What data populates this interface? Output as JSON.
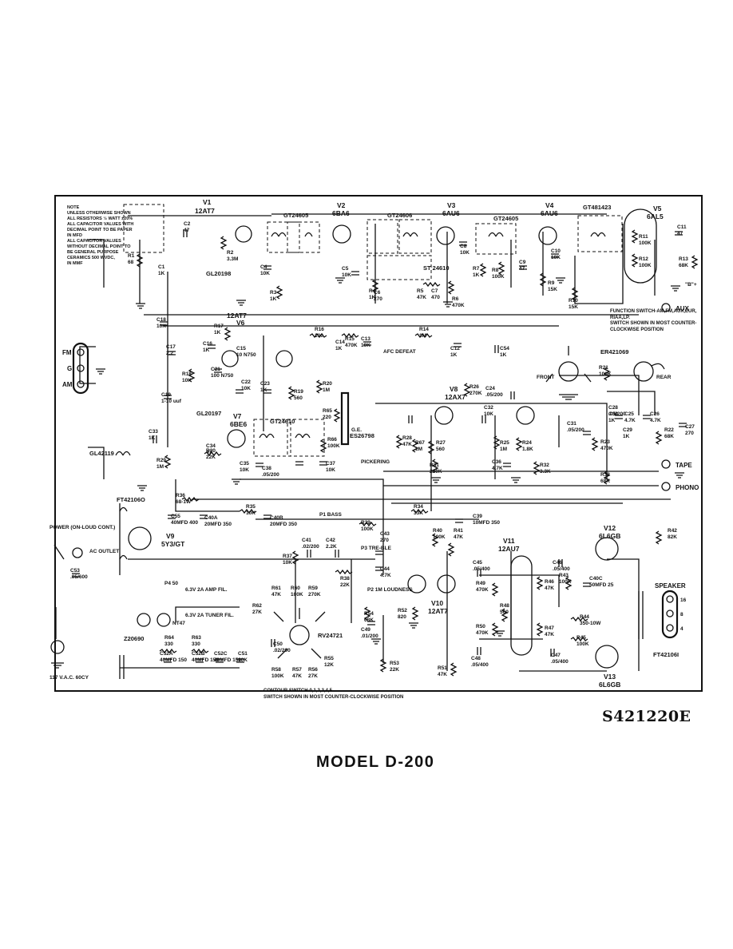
{
  "document": {
    "doc_number": "S421220E",
    "model_title": "MODEL D-200"
  },
  "notes": {
    "general": [
      "NOTE",
      "UNLESS OTHERWISE SHOWN",
      "ALL RESISTORS ½ WATT ±20%",
      "ALL CAPACITOR VALUES WITH",
      "DECIMAL POINT TO BE PAPER",
      "IN MFD",
      "ALL CAPACITOR VALUES",
      "WITHOUT DECIMAL POINT TO",
      "BE GENERAL PURPOSE",
      "CERAMICS 500 WVDC,",
      "IN MMF"
    ],
    "function_switch": [
      "FUNCTION SWITCH-AM,FM,AUX,EUR,",
      "RIAA,LP.",
      "SWITCH SHOWN IN MOST COUNTER-",
      "CLOCKWISE POSITION"
    ],
    "contour_switch": [
      "CONTOUR SWITCH-0,1,2,3,4,5",
      "SWITCH SHOWN IN MOST COUNTER-CLOCKWISE POSITION"
    ]
  },
  "tubes": [
    {
      "ref": "V1",
      "type": "12AT7"
    },
    {
      "ref": "V2",
      "type": "6BA6"
    },
    {
      "ref": "V3",
      "type": "6AU6"
    },
    {
      "ref": "V4",
      "type": "6AU6"
    },
    {
      "ref": "V5",
      "type": "6AL5"
    },
    {
      "ref": "V6",
      "type": "12AT7"
    },
    {
      "ref": "V7",
      "type": "6BE6"
    },
    {
      "ref": "V8",
      "type": "12AX7"
    },
    {
      "ref": "V9",
      "type": "5Y3/GT"
    },
    {
      "ref": "V10",
      "type": "12AT7"
    },
    {
      "ref": "V11",
      "type": "12AU7"
    },
    {
      "ref": "V12",
      "type": "6L6GB"
    },
    {
      "ref": "V13",
      "type": "6L6GB"
    }
  ],
  "transformers": [
    "GT24605",
    "GT24606",
    "GT24605",
    "GT481423",
    "GT24610",
    "GL42119",
    "GL20198",
    "GL20197",
    "ST 24610",
    "FT42106O",
    "FT42106I",
    "Z20690",
    "RV24721",
    "ER421069",
    "ES26798"
  ],
  "resistors": [
    {
      "ref": "R1",
      "value": "68"
    },
    {
      "ref": "R2",
      "value": "3.3M"
    },
    {
      "ref": "R3",
      "value": "1K"
    },
    {
      "ref": "R4",
      "value": "1K"
    },
    {
      "ref": "R5",
      "value": "47K"
    },
    {
      "ref": "R6",
      "value": "470K"
    },
    {
      "ref": "R7",
      "value": "1K"
    },
    {
      "ref": "R8",
      "value": "100K"
    },
    {
      "ref": "R9",
      "value": "15K"
    },
    {
      "ref": "R10",
      "value": "15K"
    },
    {
      "ref": "R11",
      "value": "100K"
    },
    {
      "ref": "R12",
      "value": "100K"
    },
    {
      "ref": "R13",
      "value": "68K"
    },
    {
      "ref": "R14",
      "value": "1M"
    },
    {
      "ref": "R15",
      "value": "470K"
    },
    {
      "ref": "R16",
      "value": "100"
    },
    {
      "ref": "R17",
      "value": "1K"
    },
    {
      "ref": "R18",
      "value": "10K"
    },
    {
      "ref": "R19",
      "value": "560"
    },
    {
      "ref": "R20",
      "value": "1M"
    },
    {
      "ref": "R21",
      "value": "100K"
    },
    {
      "ref": "R22",
      "value": "68K"
    },
    {
      "ref": "R23",
      "value": "470K"
    },
    {
      "ref": "R24",
      "value": "1.8K"
    },
    {
      "ref": "R25",
      "value": "1M"
    },
    {
      "ref": "R26",
      "value": "270K"
    },
    {
      "ref": "R27",
      "value": "560"
    },
    {
      "ref": "R28",
      "value": "47K"
    },
    {
      "ref": "R29",
      "value": "1M"
    },
    {
      "ref": "R30",
      "value": "22K"
    },
    {
      "ref": "R31",
      "value": "220K"
    },
    {
      "ref": "R32",
      "value": "3.3K"
    },
    {
      "ref": "R33",
      "value": "68K"
    },
    {
      "ref": "R34",
      "value": "33K"
    },
    {
      "ref": "R35",
      "value": "10K"
    },
    {
      "ref": "R36",
      "value": "68-1W"
    },
    {
      "ref": "R37",
      "value": "10K"
    },
    {
      "ref": "R38",
      "value": "22K"
    },
    {
      "ref": "R39",
      "value": "100K"
    },
    {
      "ref": "R40",
      "value": "100K"
    },
    {
      "ref": "R41",
      "value": "47K"
    },
    {
      "ref": "R42",
      "value": "82K"
    },
    {
      "ref": "R43",
      "value": "100K"
    },
    {
      "ref": "R44",
      "value": "350-10W"
    },
    {
      "ref": "R45",
      "value": "100K"
    },
    {
      "ref": "R46",
      "value": "47K"
    },
    {
      "ref": "R47",
      "value": "47K"
    },
    {
      "ref": "R48",
      "value": "560"
    },
    {
      "ref": "R49",
      "value": "470K"
    },
    {
      "ref": "R50",
      "value": "470K"
    },
    {
      "ref": "R51",
      "value": "47K"
    },
    {
      "ref": "R52",
      "value": "820"
    },
    {
      "ref": "R53",
      "value": "22K"
    },
    {
      "ref": "R54",
      "value": "68K"
    },
    {
      "ref": "R55",
      "value": "12K"
    },
    {
      "ref": "R56",
      "value": "27K"
    },
    {
      "ref": "R57",
      "value": "47K"
    },
    {
      "ref": "R58",
      "value": "100K"
    },
    {
      "ref": "R59",
      "value": "270K"
    },
    {
      "ref": "R60",
      "value": "100K"
    },
    {
      "ref": "R61",
      "value": "47K"
    },
    {
      "ref": "R62",
      "value": "27K"
    },
    {
      "ref": "R63",
      "value": "330"
    },
    {
      "ref": "R64",
      "value": "330"
    },
    {
      "ref": "R65",
      "value": "220"
    },
    {
      "ref": "R66",
      "value": "100K"
    },
    {
      "ref": "R67",
      "value": "1M"
    }
  ],
  "capacitors": [
    {
      "ref": "C1",
      "value": "1K"
    },
    {
      "ref": "C2",
      "value": "47"
    },
    {
      "ref": "C4",
      "value": "10K"
    },
    {
      "ref": "C5",
      "value": "10K"
    },
    {
      "ref": "C6",
      "value": "270"
    },
    {
      "ref": "C7",
      "value": "470"
    },
    {
      "ref": "C8",
      "value": "10K"
    },
    {
      "ref": "C9",
      "value": "47"
    },
    {
      "ref": "C10",
      "value": "10K"
    },
    {
      "ref": "C11",
      "value": "47"
    },
    {
      "ref": "C12",
      "value": "1K"
    },
    {
      "ref": "C13",
      "value": "10K"
    },
    {
      "ref": "C14",
      "value": "1K"
    },
    {
      "ref": "C15",
      "value": "10 N750"
    },
    {
      "ref": "C16",
      "value": "1K"
    },
    {
      "ref": "C17",
      "value": "2.2"
    },
    {
      "ref": "C18",
      "value": "10K"
    },
    {
      "ref": "C19",
      "value": "1-10 uuf"
    },
    {
      "ref": "C21",
      "value": "100 N750"
    },
    {
      "ref": "C22",
      "value": "10K"
    },
    {
      "ref": "C23",
      "value": "1K"
    },
    {
      "ref": "C24",
      "value": ".05/200"
    },
    {
      "ref": "C25",
      "value": "4.7K"
    },
    {
      "ref": "C26",
      "value": "4.7K"
    },
    {
      "ref": "C27",
      "value": "270"
    },
    {
      "ref": "C28",
      "value": ".05/200"
    },
    {
      "ref": "C29",
      "value": "1K"
    },
    {
      "ref": "C30",
      "value": "1K"
    },
    {
      "ref": "C31",
      "value": ".05/200"
    },
    {
      "ref": "C32",
      "value": "10K"
    },
    {
      "ref": "C33",
      "value": "1K"
    },
    {
      "ref": "C34",
      "value": "47"
    },
    {
      "ref": "C35",
      "value": "10K"
    },
    {
      "ref": "C36",
      "value": "4.7K"
    },
    {
      "ref": "C37",
      "value": "10K"
    },
    {
      "ref": "C38",
      "value": ".05/200"
    },
    {
      "ref": "C39",
      "value": "10MFD 350"
    },
    {
      "ref": "C40A",
      "value": "20MFD 350"
    },
    {
      "ref": "C40B",
      "value": "20MFD 350"
    },
    {
      "ref": "C40C",
      "value": "50MFD 25"
    },
    {
      "ref": "C41",
      "value": ".02/200"
    },
    {
      "ref": "C42",
      "value": "2.2K"
    },
    {
      "ref": "C43",
      "value": "270"
    },
    {
      "ref": "C44",
      "value": "4.7K"
    },
    {
      "ref": "C45",
      "value": ".05/400"
    },
    {
      "ref": "C46",
      "value": ".05/400"
    },
    {
      "ref": "C47",
      "value": ".05/400"
    },
    {
      "ref": "C48",
      "value": ".05/400"
    },
    {
      "ref": "C49",
      "value": ".01/200"
    },
    {
      "ref": "C50",
      "value": ".02/200"
    },
    {
      "ref": "C51",
      "value": "10K"
    },
    {
      "ref": "C52A",
      "value": "40MFD 150"
    },
    {
      "ref": "C52B",
      "value": "40MFD 150"
    },
    {
      "ref": "C52C",
      "value": "40MFD 150"
    },
    {
      "ref": "C53",
      "value": ".05/600"
    },
    {
      "ref": "C54",
      "value": "1K"
    },
    {
      "ref": "C55",
      "value": "40MFD 400"
    }
  ],
  "terminals": {
    "fm": "FM",
    "g": "G",
    "am": "AM",
    "aux": "AUX",
    "tape": "TAPE",
    "phono": "PHONO",
    "speaker": "SPEAKER",
    "spk16": "16",
    "spk8": "8",
    "spk4": "4",
    "front": "FRONT",
    "rear": "REAR",
    "ac_outlet": "AC OUTLET",
    "mains": "117 V.A.C. 60CY",
    "power": "POWER (ON-LOUD CONT.)",
    "amp_fil": "6.3V 2A AMP FIL.",
    "tuner_fil": "6.3V 2A TUNER FIL.",
    "pickering": "PICKERING",
    "ge": "G.E.",
    "afc": "AFC DEFEAT",
    "bass": "P1 BASS",
    "treble": "P3 TRE-BLE",
    "loudness": "P2 1M LOUDNESS",
    "p4": "P4 50",
    "nt47": "NT47",
    "b_plus": "\"B\"+"
  }
}
